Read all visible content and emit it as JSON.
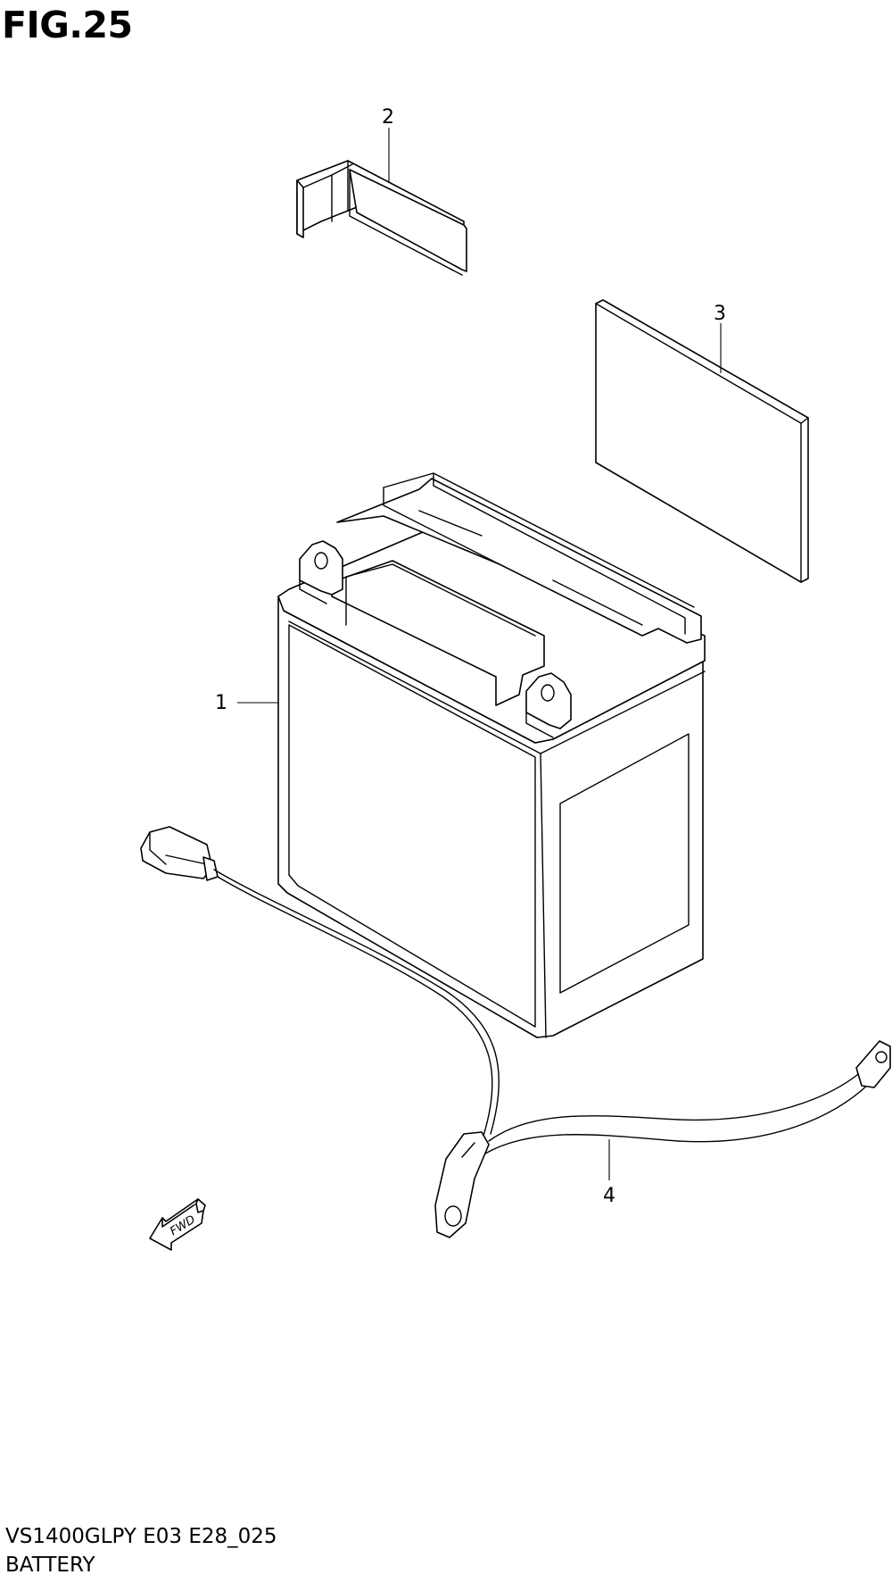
{
  "figure": {
    "title": "FIG.25",
    "model_code": "VS1400GLPY E03 E28_025",
    "section_name": "BATTERY"
  },
  "callouts": [
    {
      "number": "1",
      "part": "battery"
    },
    {
      "number": "2",
      "part": "bracket"
    },
    {
      "number": "3",
      "part": "pad"
    },
    {
      "number": "4",
      "part": "cable-harness"
    }
  ],
  "direction_arrow": {
    "label": "FWD"
  }
}
